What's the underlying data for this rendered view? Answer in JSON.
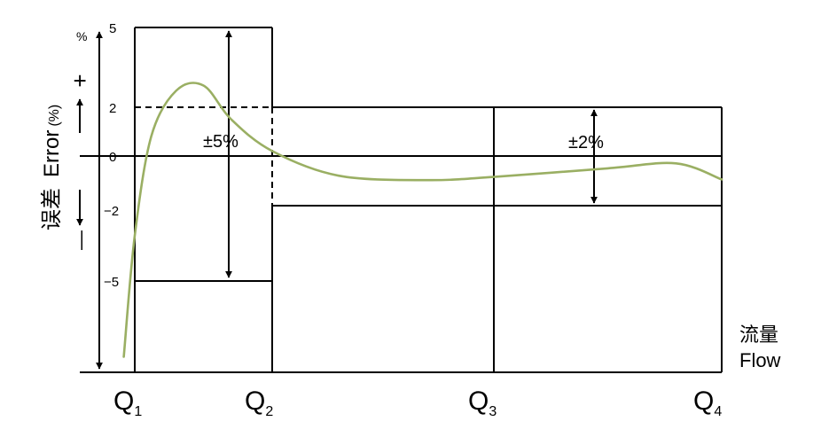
{
  "chart_data": {
    "type": "line",
    "ylabel_cn": "误差",
    "ylabel": "Error",
    "ylabel_unit": "(%)",
    "y_unit_top": "%",
    "plus_sign": "+",
    "minus_sign": "—",
    "xlabel_cn": "流量",
    "xlabel": "Flow",
    "yticks": [
      "5",
      "2",
      "0",
      "−2",
      "−5"
    ],
    "ytick_values": [
      5,
      2,
      0,
      -2,
      -5
    ],
    "xticks": [
      {
        "main": "Q",
        "sub": "1"
      },
      {
        "main": "Q",
        "sub": "2"
      },
      {
        "main": "Q",
        "sub": "3"
      },
      {
        "main": "Q",
        "sub": "4"
      }
    ],
    "x_positions": [
      1,
      2,
      3,
      4
    ],
    "ylim": [
      -8.5,
      5
    ],
    "zones": [
      {
        "from": "Q1",
        "to": "Q2",
        "limit_percent": 5,
        "label": "±5%"
      },
      {
        "from": "Q2",
        "to": "Q4",
        "limit_percent": 2,
        "label": "±2%"
      }
    ],
    "series": [
      {
        "color": "#9aaf63",
        "x": [
          0.92,
          1.0,
          1.12,
          1.3,
          1.5,
          1.7,
          2.0,
          2.3,
          2.7,
          3.0,
          3.5,
          3.8,
          4.0
        ],
        "y": [
          -8.0,
          -3.2,
          0.8,
          2.6,
          2.8,
          1.5,
          0.2,
          -0.8,
          -0.98,
          -0.85,
          -0.5,
          -0.3,
          -0.95
        ]
      }
    ]
  }
}
